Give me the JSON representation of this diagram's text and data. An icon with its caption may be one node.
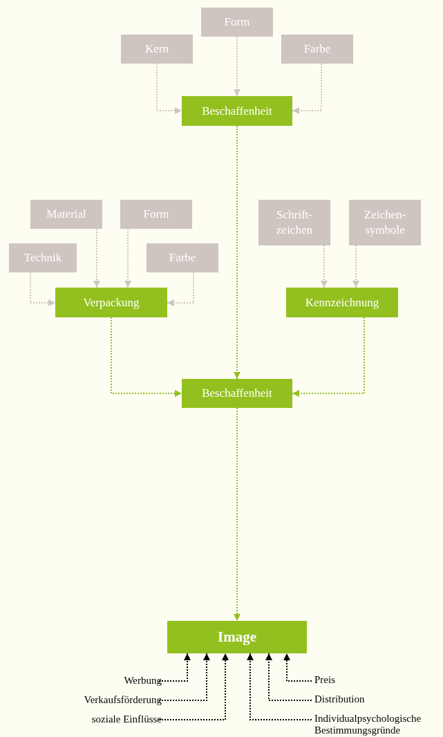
{
  "diagram": {
    "nodes": [
      {
        "text": [
          "Form"
        ]
      },
      {
        "text": [
          "Kern"
        ]
      },
      {
        "text": [
          "Farbe"
        ]
      },
      {
        "text": [
          "Beschaffenheit"
        ]
      },
      {
        "text": [
          "Material"
        ]
      },
      {
        "text": [
          "Form"
        ]
      },
      {
        "text": [
          "Schrift- zeichen"
        ]
      },
      {
        "text": [
          "Zeichen- symbole"
        ]
      },
      {
        "text": [
          "Technik"
        ]
      },
      {
        "text": [
          "Farbe"
        ]
      },
      {
        "text": [
          "Verpackung"
        ]
      },
      {
        "text": [
          "Kennzeichnung"
        ]
      },
      {
        "text": [
          "Beschaffenheit"
        ]
      },
      {
        "text": [
          "Image"
        ]
      },
      {
        "text": [
          "Werbung"
        ]
      },
      {
        "text": [
          "Verkaufsförderung"
        ]
      },
      {
        "text": [
          "soziale Einflüsse"
        ]
      },
      {
        "text": [
          "Preis"
        ]
      },
      {
        "text": [
          "Distribution"
        ]
      },
      {
        "text": [
          "Individualpsychologische Bestimmungsgründe"
        ]
      }
    ],
    "edges": [
      {
        "from": 0,
        "to": 3,
        "arrow": "to",
        "style": "dashed"
      },
      {
        "from": 1,
        "to": 3,
        "arrow": "to",
        "style": "dashed"
      },
      {
        "from": 2,
        "to": 3,
        "arrow": "to",
        "style": "dashed"
      },
      {
        "from": 3,
        "to": 12,
        "arrow": "to",
        "style": "dashed",
        "color": "#93c01f"
      },
      {
        "from": 4,
        "to": 10,
        "arrow": "to",
        "style": "dashed"
      },
      {
        "from": 5,
        "to": 10,
        "arrow": "to",
        "style": "dashed"
      },
      {
        "from": 8,
        "to": 10,
        "arrow": "to",
        "style": "dashed"
      },
      {
        "from": 9,
        "to": 10,
        "arrow": "to",
        "style": "dashed"
      },
      {
        "from": 6,
        "to": 11,
        "arrow": "to",
        "style": "dashed"
      },
      {
        "from": 7,
        "to": 11,
        "arrow": "to",
        "style": "dashed"
      },
      {
        "from": 10,
        "to": 12,
        "arrow": "to",
        "style": "dashed",
        "color": "#93c01f"
      },
      {
        "from": 11,
        "to": 12,
        "arrow": "to",
        "style": "dashed",
        "color": "#93c01f"
      },
      {
        "from": 12,
        "to": 13,
        "arrow": "to",
        "style": "dashed",
        "color": "#93c01f"
      },
      {
        "from": 14,
        "to": 13,
        "arrow": "to",
        "style": "dashed",
        "color": "#000000"
      },
      {
        "from": 15,
        "to": 13,
        "arrow": "to",
        "style": "dashed",
        "color": "#000000"
      },
      {
        "from": 16,
        "to": 13,
        "arrow": "to",
        "style": "dashed",
        "color": "#000000"
      },
      {
        "from": 17,
        "to": 13,
        "arrow": "to",
        "style": "dashed",
        "color": "#000000"
      },
      {
        "from": 18,
        "to": 13,
        "arrow": "to",
        "style": "dashed",
        "color": "#000000"
      },
      {
        "from": 19,
        "to": 13,
        "arrow": "to",
        "style": "dashed",
        "color": "#000000"
      }
    ]
  }
}
